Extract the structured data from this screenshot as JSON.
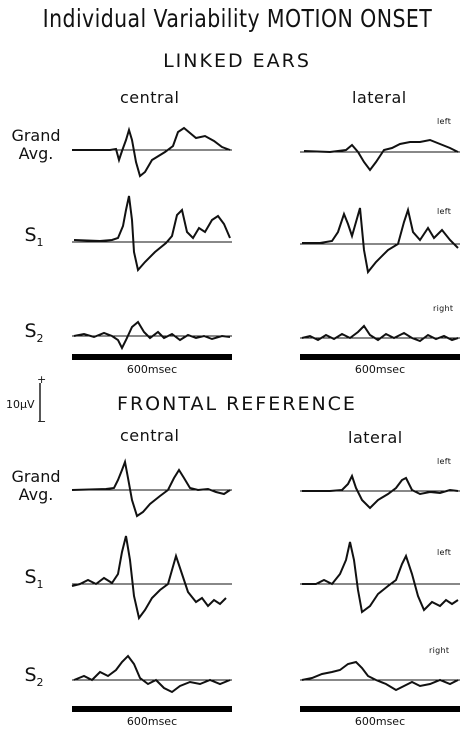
{
  "title": "Individual Variability   MOTION ONSET",
  "sections": {
    "linked": "LINKED EARS",
    "frontal": "FRONTAL REFERENCE"
  },
  "columns": {
    "central": "central",
    "lateral": "lateral"
  },
  "rows": {
    "grand": "Grand Avg.",
    "s1_letter": "S",
    "s1_sub": "1",
    "s2_letter": "S",
    "s2_sub": "2"
  },
  "sides": {
    "left": "left",
    "right": "right"
  },
  "timebar": "600msec",
  "scale": {
    "plus": "+",
    "value": "10µV",
    "minus": "−"
  }
}
